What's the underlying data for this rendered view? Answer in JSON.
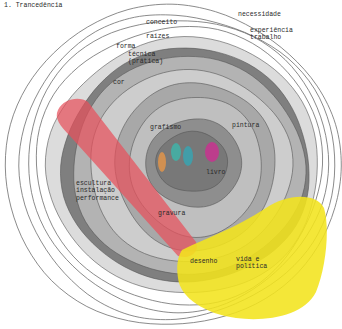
{
  "diagram": {
    "title": "1. Trancedência",
    "nodes": [
      {
        "text": [
          "escultura instalação performance"
        ]
      },
      {
        "text": [
          "vida e política"
        ]
      }
    ],
    "labels": [
      "necessidade",
      "conceito",
      "experiência trabalho",
      "raízes",
      "forma",
      "técnica (prática)",
      "cor",
      "grafismo",
      "pintura",
      "livro",
      "gravura",
      "desenho"
    ]
  }
}
